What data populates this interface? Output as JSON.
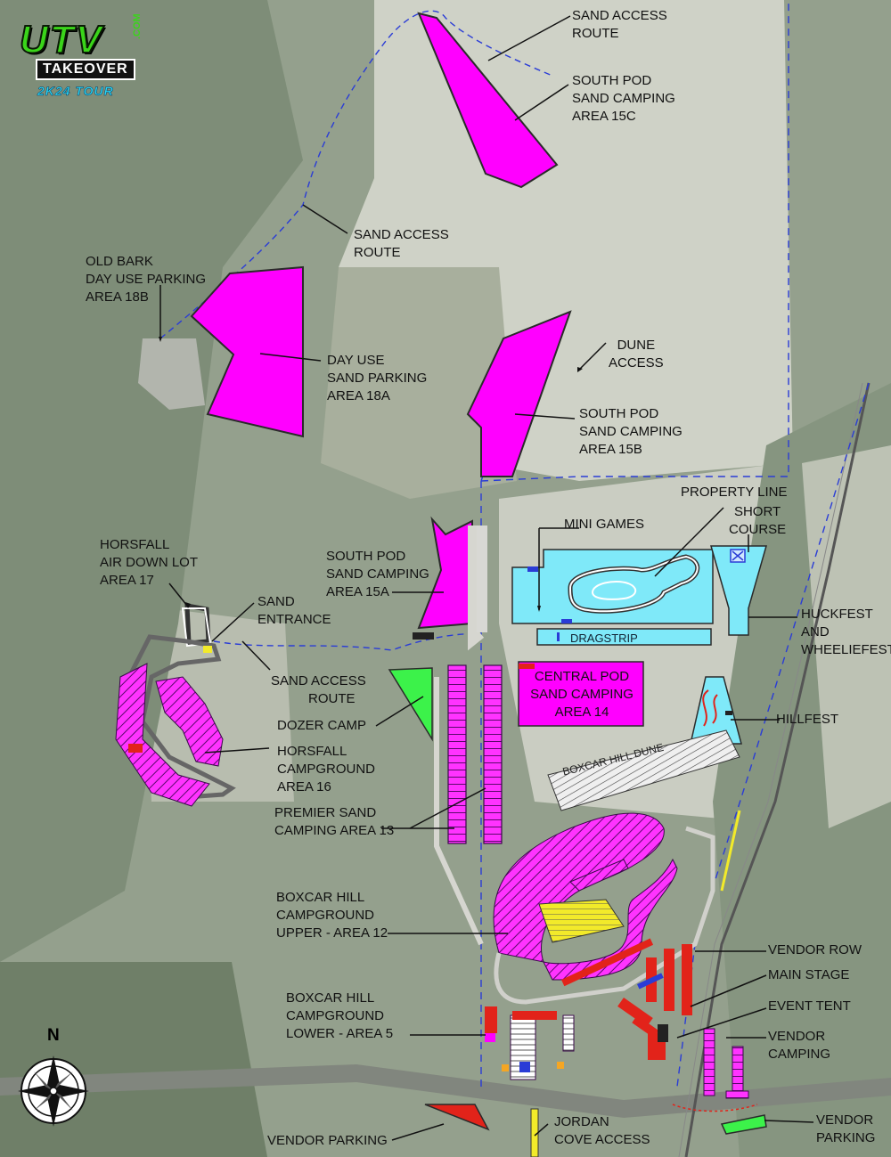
{
  "logo": {
    "brand": "UTV",
    "brand_sub": "TAKEOVER",
    "domain": ".COM",
    "tour": "2K24 TOUR"
  },
  "compass": {
    "north_label": "N"
  },
  "colors": {
    "camping_magenta": "#ff00ff",
    "activity_cyan": "#7fe9f9",
    "dozer_green": "#3cf24a",
    "vendor_red": "#e2231a",
    "yellow": "#f2ea2a",
    "access_route_blue": "#2a3cd6"
  },
  "labels": {
    "sand_access_top": [
      "SAND ACCESS",
      "ROUTE"
    ],
    "south_pod_15c": [
      "SOUTH POD",
      "SAND CAMPING",
      "AREA 15C"
    ],
    "sand_access_mid": [
      "SAND ACCESS",
      "ROUTE"
    ],
    "old_bark": [
      "OLD BARK",
      "DAY USE PARKING",
      "AREA 18B"
    ],
    "day_use_18a": [
      "DAY USE",
      "SAND PARKING",
      "AREA 18A"
    ],
    "dune_access": [
      "DUNE",
      "ACCESS"
    ],
    "south_pod_15b": [
      "SOUTH POD",
      "SAND CAMPING",
      "AREA 15B"
    ],
    "property_line": "PROPERTY LINE",
    "short_course": [
      "SHORT",
      "COURSE"
    ],
    "mini_games": "MINI GAMES",
    "horsfall_air": [
      "HORSFALL",
      "AIR DOWN LOT",
      "AREA 17"
    ],
    "south_pod_15a": [
      "SOUTH POD",
      "SAND CAMPING",
      "AREA 15A"
    ],
    "sand_entrance": [
      "SAND",
      "ENTRANCE"
    ],
    "huckfest": [
      "HUCKFEST",
      "AND",
      "WHEELIEFEST"
    ],
    "dragstrip": "DRAGSTRIP",
    "sand_access_low": [
      "SAND ACCESS",
      "ROUTE"
    ],
    "central_pod": [
      "CENTRAL POD",
      "SAND CAMPING",
      "AREA 14"
    ],
    "hillfest": "HILLFEST",
    "dozer_camp": "DOZER CAMP",
    "horsfall_camp": [
      "HORSFALL",
      "CAMPGROUND",
      "AREA 16"
    ],
    "boxcar_dune": "BOXCAR HILL DUNE",
    "premier": [
      "PREMIER SAND",
      "CAMPING AREA 13"
    ],
    "boxcar_upper": [
      "BOXCAR HILL",
      "CAMPGROUND",
      "UPPER - AREA 12"
    ],
    "vendor_row": "VENDOR ROW",
    "main_stage": "MAIN STAGE",
    "event_tent": "EVENT TENT",
    "boxcar_lower": [
      "BOXCAR HILL",
      "CAMPGROUND",
      "LOWER - AREA 5"
    ],
    "vendor_camping": [
      "VENDOR",
      "CAMPING"
    ],
    "vendor_parking_left": "VENDOR PARKING",
    "jordan_cove": [
      "JORDAN",
      "COVE ACCESS"
    ],
    "vendor_parking_right": [
      "VENDOR",
      "PARKING"
    ]
  }
}
